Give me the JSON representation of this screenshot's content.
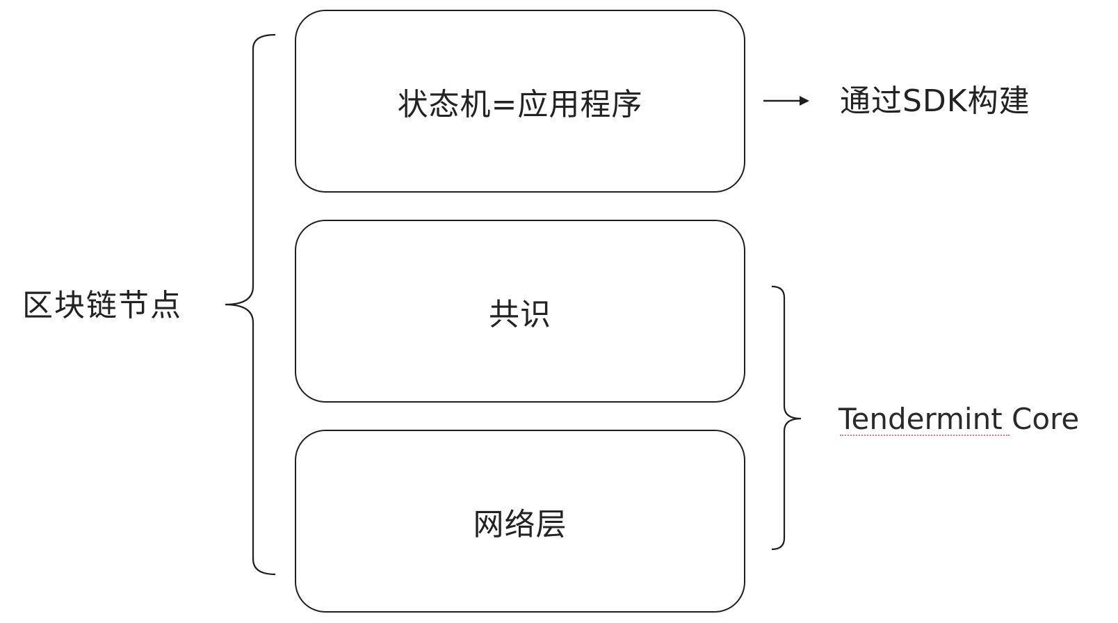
{
  "diagram": {
    "node_label": "区块链节点",
    "layers": [
      {
        "label": "状态机=应用程序"
      },
      {
        "label": "共识"
      },
      {
        "label": "网络层"
      }
    ],
    "sdk_label": "通过SDK构建",
    "tendermint_label": "Tendermint Core"
  },
  "colors": {
    "line": "#1e1e1e",
    "text": "#222222",
    "spellcheck_underline": "#e07b7b"
  },
  "icons": {
    "arrow": "arrow-right-icon",
    "brace_left": "left-brace",
    "brace_right": "right-brace"
  }
}
